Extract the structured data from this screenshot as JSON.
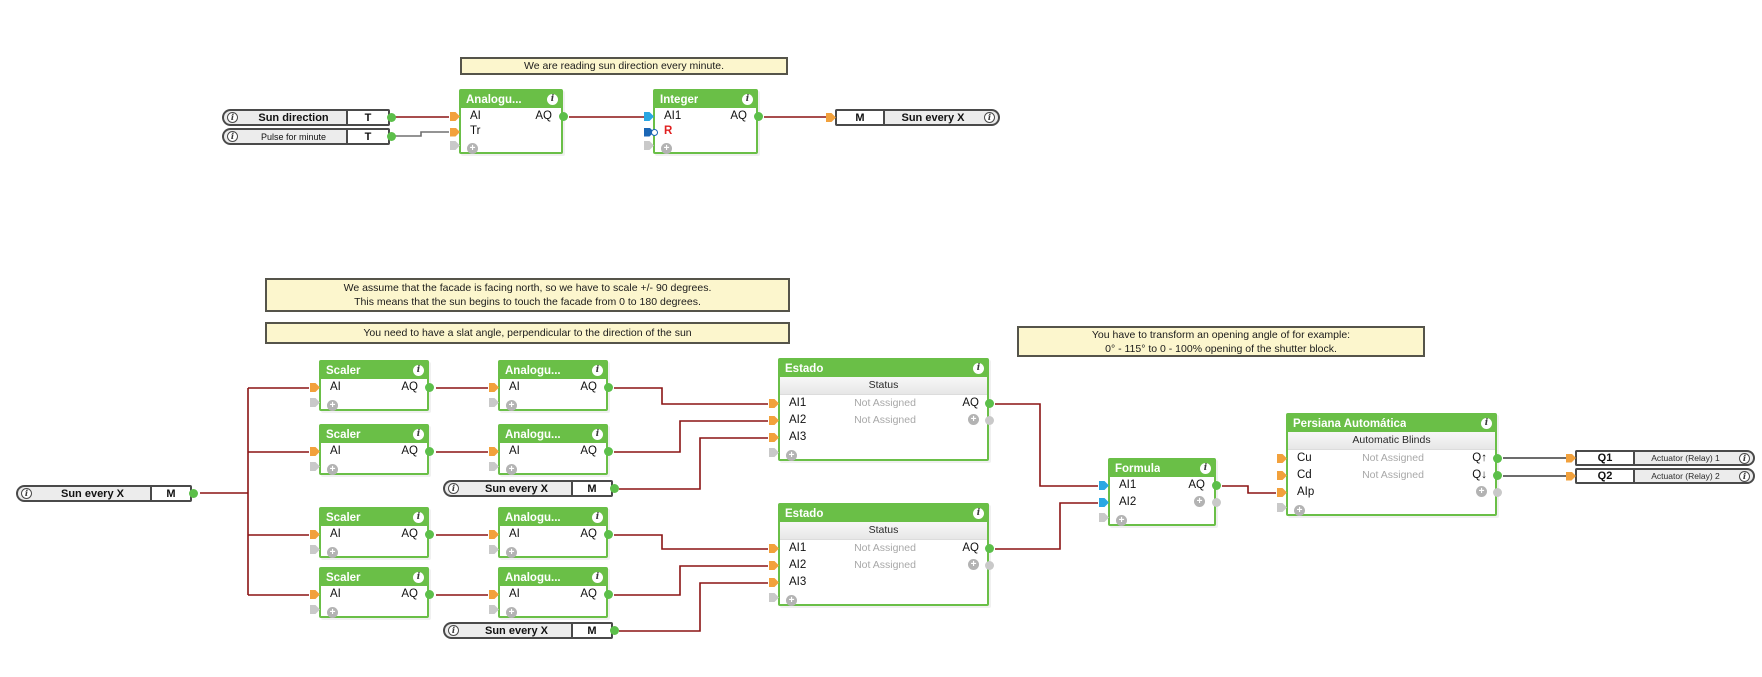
{
  "colors": {
    "canvas_bg": "#ffffff",
    "block_green": "#6abf47",
    "note_bg": "#fcf6cd",
    "note_border": "#55544a",
    "tag_border": "#4a4a4a",
    "tag_label_bg": "#ececec",
    "wire_red": "#8b1414",
    "wire_gray": "#707070",
    "wire_dark": "#3c3c3c",
    "pin_orange": "#f2a13c",
    "pin_green": "#5cbf4a",
    "pin_blue": "#29a7e3",
    "pin_dark_blue": "#1b66b5",
    "pin_gray": "#c9c9c9",
    "not_assigned": "#a8a8a8",
    "r_red": "#e02020"
  },
  "notes": {
    "reading": "We are reading sun direction every minute.",
    "scale_1": "We assume that the facade is facing north, so we have to scale +/- 90 degrees.",
    "scale_2": "This means that the sun begins to touch the facade from 0 to 180 degrees.",
    "slat": "You need to have a slat angle, perpendicular to the direction of the sun",
    "transform_1": "You have to transform an opening angle of for example:",
    "transform_2": "0° - 115° to 0 - 100% opening of the shutter block."
  },
  "titles": {
    "analog": "Analogu...",
    "integer": "Integer",
    "scaler": "Scaler",
    "estado": "Estado",
    "formula": "Formula",
    "persiana": "Persiana Automática"
  },
  "subtitles": {
    "estado": "Status",
    "persiana": "Automatic Blinds"
  },
  "ports": {
    "ai": "AI",
    "aq": "AQ",
    "tr": "Tr",
    "ai1": "AI1",
    "ai2": "AI2",
    "ai3": "AI3",
    "r": "R",
    "cu": "Cu",
    "cd": "Cd",
    "aip": "AIp",
    "q_up": "Q↑",
    "q_down": "Q↓",
    "not_assigned": "Not Assigned"
  },
  "icons": {
    "info": "i",
    "plus": "+"
  },
  "tags": {
    "sun_direction": {
      "label": "Sun direction",
      "type": "T"
    },
    "pulse_minute": {
      "label": "Pulse for minute",
      "type": "T"
    },
    "sun_out": {
      "type": "M",
      "label": "Sun every X"
    },
    "sun_in": {
      "label": "Sun every X",
      "type": "M"
    },
    "q1": {
      "port": "Q1",
      "label": "Actuator (Relay) 1"
    },
    "q2": {
      "port": "Q2",
      "label": "Actuator (Relay) 2"
    }
  }
}
